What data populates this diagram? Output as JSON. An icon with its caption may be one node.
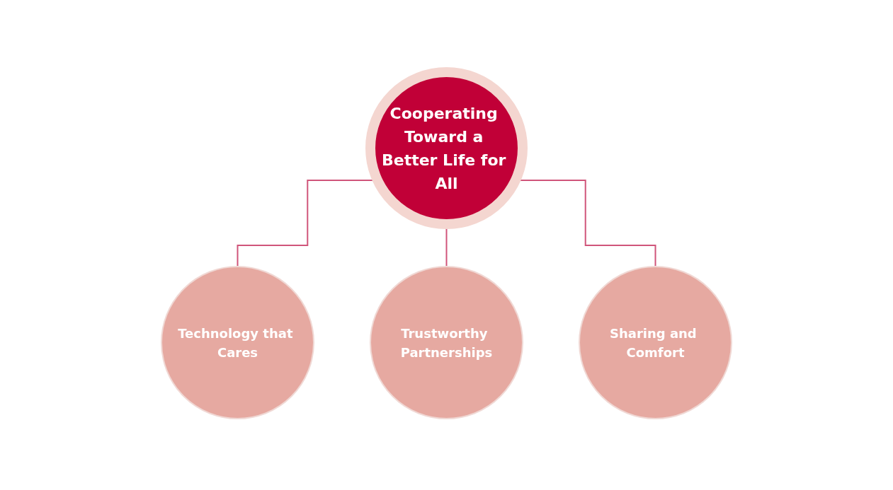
{
  "diagram": {
    "nodes": [
      {
        "text": [
          "Cooperating Toward a Better Life for All"
        ]
      },
      {
        "text": [
          "Technology that Cares"
        ]
      },
      {
        "text": [
          "Trustworthy Partnerships"
        ]
      },
      {
        "text": [
          "Sharing and Comfort"
        ]
      }
    ],
    "edges": [
      {
        "from": 0,
        "to": 1,
        "arrow": "none"
      },
      {
        "from": 0,
        "to": 2,
        "arrow": "none"
      },
      {
        "from": 0,
        "to": 3,
        "arrow": "none"
      }
    ]
  }
}
